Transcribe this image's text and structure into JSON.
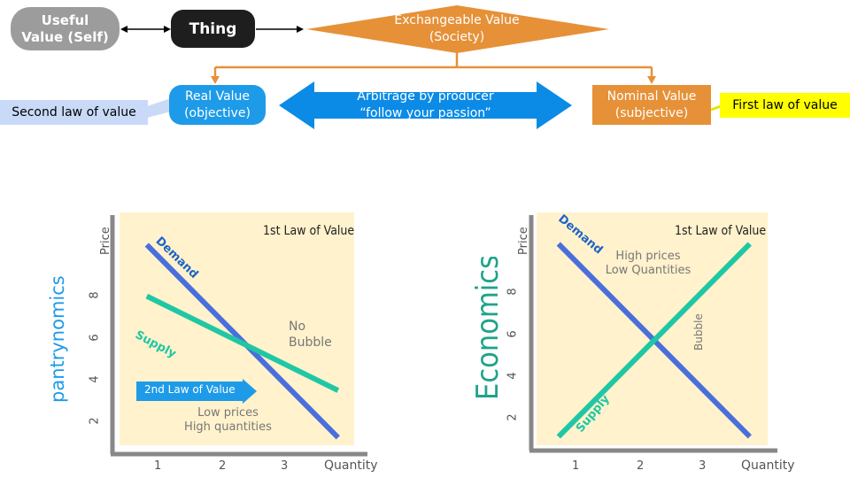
{
  "top": {
    "useful_value": [
      "Useful",
      "Value (Self)"
    ],
    "thing": "Thing",
    "exchangeable_value": [
      "Exchangeable Value",
      "(Society)"
    ],
    "real_value": [
      "Real Value",
      "(objective)"
    ],
    "arbitrage": [
      "Arbitrage by producer",
      "“follow your passion”"
    ],
    "nominal_value": [
      "Nominal Value",
      "(subjective)"
    ],
    "second_law_callout": "Second law of value",
    "first_law_callout": "First law of value",
    "colors": {
      "gray": "#9c9c9c",
      "black": "#1e1e1e",
      "orange": "#e69138",
      "blue": "#1e9be8",
      "callout_blue": "#c9daf8",
      "callout_yellow": "#ffff00"
    }
  },
  "brands": {
    "left": "pantrynomics",
    "right": "Economics"
  },
  "chart_data": [
    {
      "type": "line",
      "title": "1st Law of Value",
      "xlabel": "Quantity",
      "ylabel": "Price",
      "x_ticks": [
        "1",
        "2",
        "3"
      ],
      "y_ticks": [
        "2",
        "4",
        "6",
        "8"
      ],
      "series": [
        {
          "name": "Demand",
          "points": [
            [
              0.4,
              9.4
            ],
            [
              3.4,
              0.4
            ]
          ],
          "color": "#4a6fdc"
        },
        {
          "name": "Supply",
          "points": [
            [
              0.4,
              7.0
            ],
            [
              3.4,
              2.6
            ]
          ],
          "color": "#1fc7a5"
        }
      ],
      "annotations": [
        "No",
        "Bubble",
        "2nd Law of Value",
        "Low prices",
        "High quantities"
      ]
    },
    {
      "type": "line",
      "title": "1st Law of Value",
      "xlabel": "Quantity",
      "ylabel": "Price",
      "x_ticks": [
        "1",
        "2",
        "3"
      ],
      "y_ticks": [
        "2",
        "4",
        "6",
        "8"
      ],
      "series": [
        {
          "name": "Demand",
          "points": [
            [
              0.4,
              9.4
            ],
            [
              3.4,
              0.4
            ]
          ],
          "color": "#4a6fdc"
        },
        {
          "name": "Supply",
          "points": [
            [
              0.4,
              0.4
            ],
            [
              3.4,
              9.4
            ]
          ],
          "color": "#1fc7a5"
        }
      ],
      "annotations": [
        "High prices",
        "Low Quantities",
        "Bubble"
      ]
    }
  ]
}
